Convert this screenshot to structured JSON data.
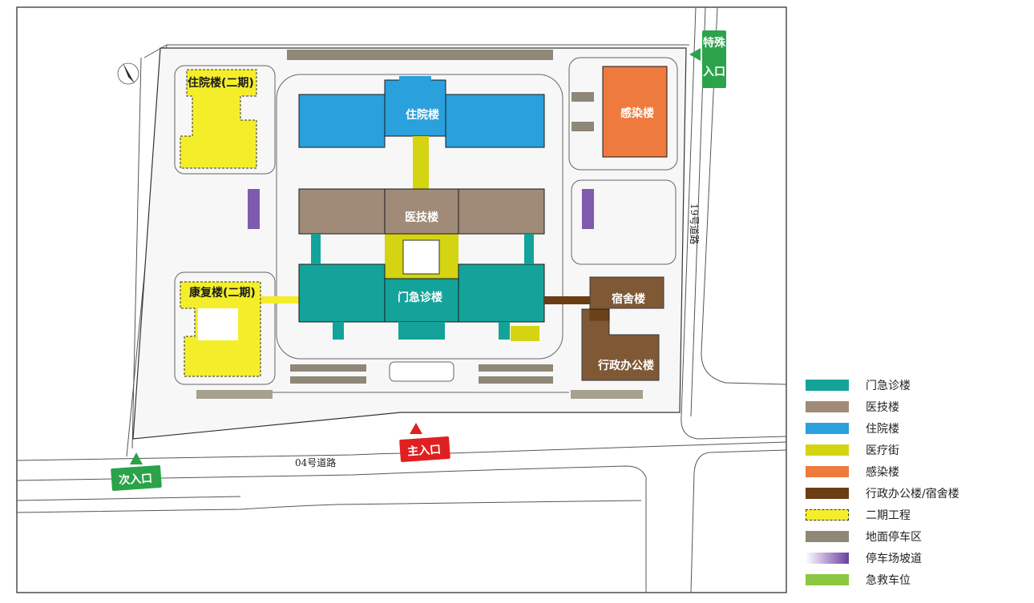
{
  "buildings": {
    "inpatient": "住院楼",
    "medtech": "医技楼",
    "outpatient": "门急诊楼",
    "infection": "感染楼",
    "inpatient_phase2": "住院楼(二期)",
    "rehab_phase2": "康复楼(二期)",
    "dormitory": "宿舍楼",
    "admin": "行政办公楼"
  },
  "roads": {
    "south_road": "04号道路",
    "east_road": "19号道路"
  },
  "gates": {
    "main": "主入口",
    "secondary": "次入口",
    "special_line1": "特殊",
    "special_line2": "入口"
  },
  "colors": {
    "outpatient": "#14a39a",
    "medtech": "#a08b78",
    "inpatient": "#2aa0dc",
    "medstreet": "#d4d412",
    "infection": "#ee7a3e",
    "admin": "#6b3d14",
    "phase2": "#f4ee2a",
    "parking": "#8f8777",
    "ramp": "#6a3fa0",
    "emergency": "#8cc63f",
    "gate_green": "#2aa34a",
    "gate_red": "#e02020"
  },
  "legend": [
    {
      "label": "门急诊楼",
      "color": "#14a39a",
      "style": "solid"
    },
    {
      "label": "医技楼",
      "color": "#a08b78",
      "style": "solid"
    },
    {
      "label": "住院楼",
      "color": "#2aa0dc",
      "style": "solid"
    },
    {
      "label": "医疗街",
      "color": "#d4d412",
      "style": "solid"
    },
    {
      "label": "感染楼",
      "color": "#ee7a3e",
      "style": "solid"
    },
    {
      "label": "行政办公楼/宿舍楼",
      "color": "#6b3d14",
      "style": "solid"
    },
    {
      "label": "二期工程",
      "color": "#f4ee2a",
      "style": "dashed"
    },
    {
      "label": "地面停车区",
      "color": "#8f8777",
      "style": "solid"
    },
    {
      "label": "停车场坡道",
      "color": "#6a3fa0",
      "style": "gradient"
    },
    {
      "label": "急救车位",
      "color": "#8cc63f",
      "style": "solid"
    }
  ]
}
